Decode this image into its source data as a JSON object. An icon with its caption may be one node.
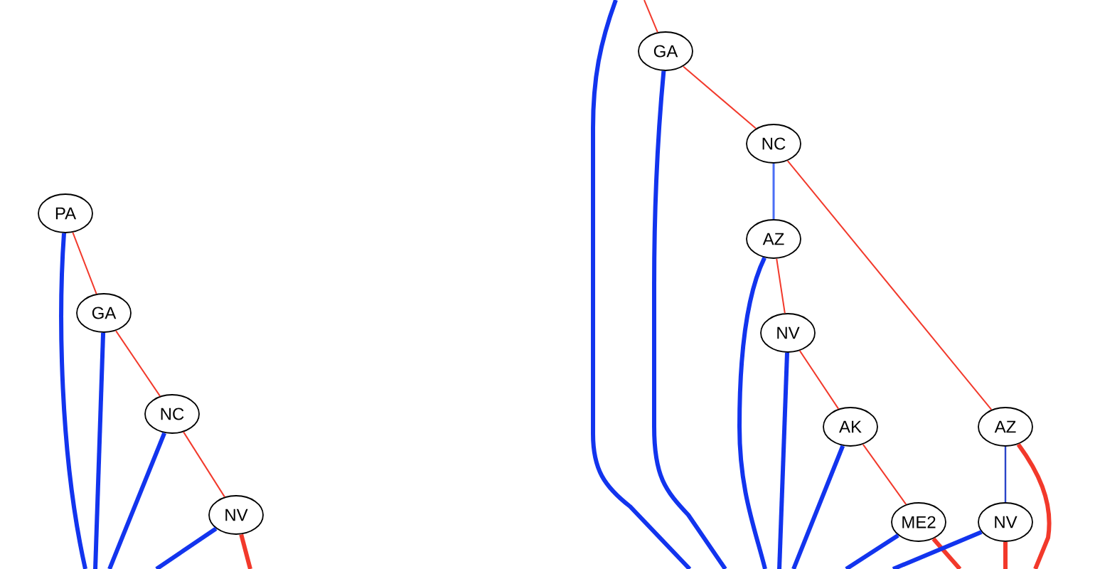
{
  "diagram": {
    "nodes": [
      {
        "text": [
          "PA"
        ]
      },
      {
        "text": [
          "GA"
        ]
      },
      {
        "text": [
          "NC"
        ]
      },
      {
        "text": [
          "NV"
        ]
      },
      {
        "text": [
          "GA"
        ]
      },
      {
        "text": [
          "NC"
        ]
      },
      {
        "text": [
          "AZ"
        ]
      },
      {
        "text": [
          "NV"
        ]
      },
      {
        "text": [
          "AK"
        ]
      },
      {
        "text": [
          "AZ"
        ]
      },
      {
        "text": [
          "ME2"
        ]
      },
      {
        "text": [
          "NV"
        ]
      }
    ],
    "edges": [
      {
        "from": 0,
        "to": 1,
        "arrow": "none"
      },
      {
        "from": 1,
        "to": 2,
        "arrow": "none"
      },
      {
        "from": 2,
        "to": 3,
        "arrow": "none"
      },
      {
        "from": 0,
        "to": null,
        "arrow": "none",
        "color": "#1234ee"
      },
      {
        "from": 1,
        "to": null,
        "arrow": "none",
        "color": "#1234ee"
      },
      {
        "from": 2,
        "to": null,
        "arrow": "none",
        "color": "#1234ee"
      },
      {
        "from": 3,
        "to": null,
        "arrow": "none",
        "color": "#1234ee"
      },
      {
        "from": 3,
        "to": null,
        "arrow": "none"
      },
      {
        "from": null,
        "to": 4,
        "arrow": "none"
      },
      {
        "from": 4,
        "to": null,
        "arrow": "none",
        "color": "#1234ee"
      },
      {
        "from": 4,
        "to": 5,
        "arrow": "none"
      },
      {
        "from": 5,
        "to": 6,
        "arrow": "none",
        "color": "#4a6ef5"
      },
      {
        "from": 5,
        "to": 9,
        "arrow": "none"
      },
      {
        "from": 6,
        "to": null,
        "arrow": "none",
        "color": "#1234ee"
      },
      {
        "from": 6,
        "to": 7,
        "arrow": "none"
      },
      {
        "from": 7,
        "to": null,
        "arrow": "none",
        "color": "#1234ee"
      },
      {
        "from": 7,
        "to": 8,
        "arrow": "none"
      },
      {
        "from": 8,
        "to": null,
        "arrow": "none",
        "color": "#1234ee"
      },
      {
        "from": 8,
        "to": 10,
        "arrow": "none"
      },
      {
        "from": 10,
        "to": null,
        "arrow": "none",
        "color": "#1234ee"
      },
      {
        "from": 10,
        "to": null,
        "arrow": "none"
      },
      {
        "from": 9,
        "to": 11,
        "arrow": "none",
        "color": "#2a45c8"
      },
      {
        "from": 9,
        "to": null,
        "arrow": "none"
      },
      {
        "from": 11,
        "to": null,
        "arrow": "none",
        "color": "#1234ee"
      },
      {
        "from": 11,
        "to": null,
        "arrow": "none"
      }
    ]
  }
}
